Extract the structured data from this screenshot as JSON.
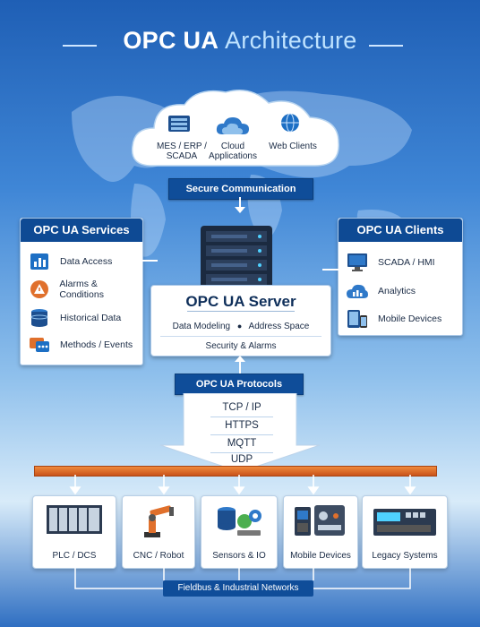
{
  "title": {
    "bold": "OPC UA",
    "light": "Architecture"
  },
  "cloud": {
    "items": [
      {
        "label": "MES / ERP / SCADA",
        "icon": "server-rack-icon"
      },
      {
        "label": "Cloud Applications",
        "icon": "cloud-icon"
      },
      {
        "label": "Web Clients",
        "icon": "globe-icon"
      }
    ]
  },
  "secure_comm": "Secure Communication",
  "services": {
    "title": "OPC UA Services",
    "items": [
      {
        "label": "Data Access",
        "icon": "bar-chart-icon"
      },
      {
        "label": "Alarms & Conditions",
        "icon": "alarm-icon"
      },
      {
        "label": "Historical Data",
        "icon": "database-icon"
      },
      {
        "label": "Methods / Events",
        "icon": "chat-event-icon"
      }
    ]
  },
  "clients": {
    "title": "OPC UA Clients",
    "items": [
      {
        "label": "SCADA / HMI",
        "icon": "monitor-icon"
      },
      {
        "label": "Analytics",
        "icon": "cloud-analytics-icon"
      },
      {
        "label": "Mobile Devices",
        "icon": "mobile-devices-icon"
      }
    ]
  },
  "server": {
    "title": "OPC UA Server",
    "features": [
      "Data Modeling",
      "Address Space"
    ],
    "security": "Security & Alarms"
  },
  "protocols": {
    "title": "OPC UA Protocols",
    "items": [
      "TCP / IP",
      "HTTPS",
      "MQTT",
      "UDP"
    ]
  },
  "devices": [
    {
      "label": "PLC / DCS",
      "icon": "plc-icon"
    },
    {
      "label": "CNC / Robot",
      "icon": "robot-arm-icon"
    },
    {
      "label": "Sensors & IO",
      "icon": "sensors-icon"
    },
    {
      "label": "Mobile Devices",
      "icon": "io-module-icon"
    },
    {
      "label": "Legacy Systems",
      "icon": "legacy-controller-icon"
    }
  ],
  "fieldbus": "Fieldbus & Industrial Networks",
  "colors": {
    "navy": "#0e4a94",
    "orange": "#e0702c",
    "accent": "#bfe3ff"
  }
}
